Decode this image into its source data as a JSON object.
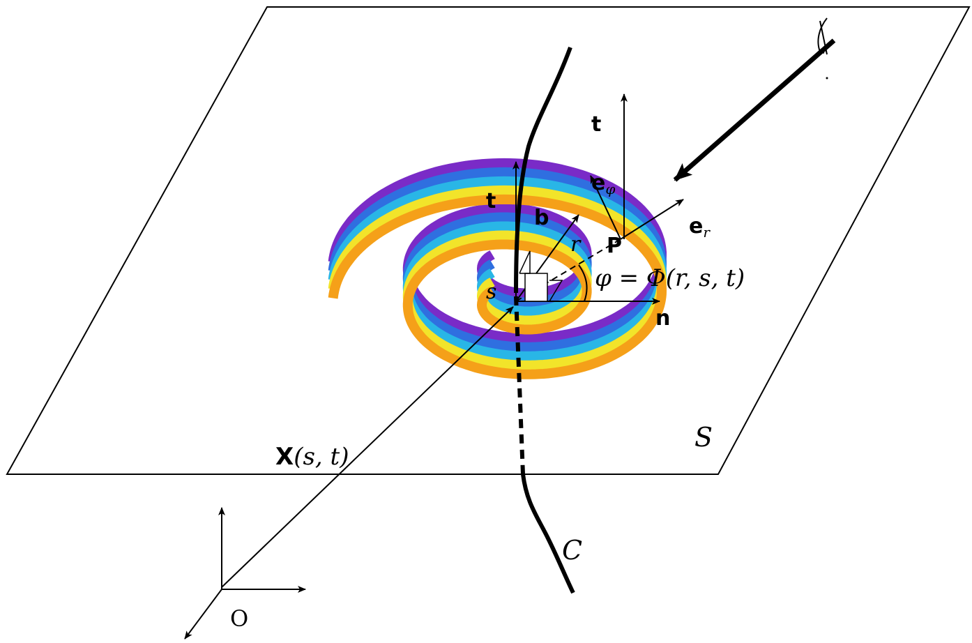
{
  "labels": {
    "t_top": "t",
    "t_mid": "t",
    "b": "b",
    "r": "r",
    "e_phi_main": "e",
    "e_phi_sub": "φ",
    "e_r_main": "e",
    "e_r_sub": "r",
    "P": "P",
    "phi_eq": "φ = Φ(r, s, t)",
    "s": "s",
    "n": "n",
    "X_bold": "X",
    "X_args": "(s, t)",
    "S": "S",
    "C": "C",
    "O": "O"
  },
  "ribbon_colors": [
    "#7a2bc7",
    "#2f6fe0",
    "#29b6e6",
    "#f2e42a",
    "#f5a019"
  ]
}
